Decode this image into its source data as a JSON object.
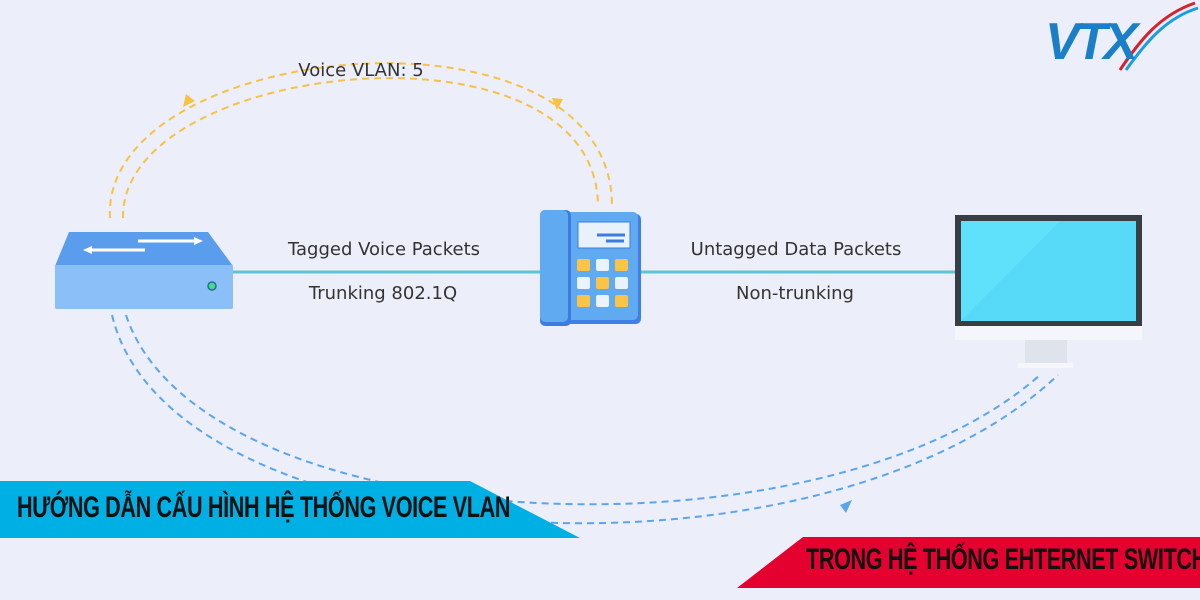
{
  "labels": {
    "voice_vlan": "Voice VLAN: 5",
    "tagged": "Tagged Voice Packets",
    "trunking": "Trunking 802.1Q",
    "untagged": "Untagged Data Packets",
    "non_trunking": "Non-trunking"
  },
  "banners": {
    "primary": "HƯỚNG DẪN CẤU HÌNH HỆ THỐNG VOICE VLAN",
    "secondary": "TRONG HỆ THỐNG EHTERNET SWITCH"
  },
  "logo": {
    "text": "VTX"
  },
  "colors": {
    "voice_arc": "#f7c244",
    "data_arc": "#5aa5ec",
    "link": "#5cc4d4",
    "banner_primary": "#00b0e4",
    "banner_secondary": "#e4002f"
  }
}
